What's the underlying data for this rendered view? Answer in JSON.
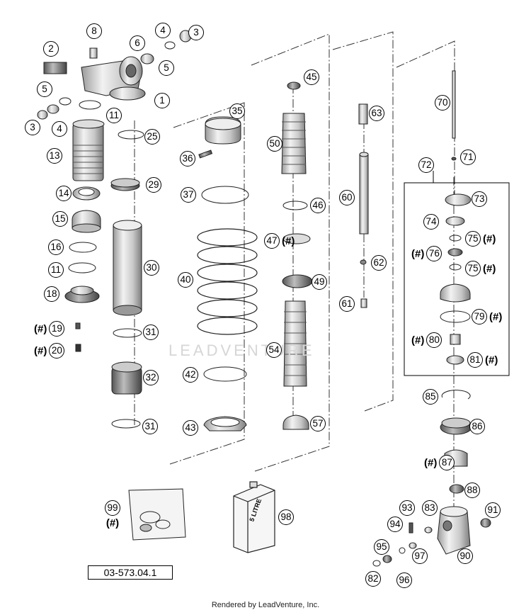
{
  "diagram": {
    "reference_code": "03-573.04.1",
    "footer_text": "Rendered by LeadVenture, Inc.",
    "watermark_text": "LEADVENTURE",
    "callouts": [
      {
        "id": "c8",
        "number": "8",
        "note": ""
      },
      {
        "id": "c2",
        "number": "2",
        "note": ""
      },
      {
        "id": "c6",
        "number": "6",
        "note": ""
      },
      {
        "id": "c4a",
        "number": "4",
        "note": ""
      },
      {
        "id": "c3a",
        "number": "3",
        "note": ""
      },
      {
        "id": "c5a",
        "number": "5",
        "note": ""
      },
      {
        "id": "c5b",
        "number": "5",
        "note": ""
      },
      {
        "id": "c1",
        "number": "1",
        "note": ""
      },
      {
        "id": "c3b",
        "number": "3",
        "note": ""
      },
      {
        "id": "c4b",
        "number": "4",
        "note": ""
      },
      {
        "id": "c11a",
        "number": "11",
        "note": ""
      },
      {
        "id": "c13",
        "number": "13",
        "note": ""
      },
      {
        "id": "c25",
        "number": "25",
        "note": ""
      },
      {
        "id": "c29",
        "number": "29",
        "note": ""
      },
      {
        "id": "c14",
        "number": "14",
        "note": ""
      },
      {
        "id": "c15",
        "number": "15",
        "note": ""
      },
      {
        "id": "c16",
        "number": "16",
        "note": ""
      },
      {
        "id": "c11b",
        "number": "11",
        "note": ""
      },
      {
        "id": "c18",
        "number": "18",
        "note": ""
      },
      {
        "id": "c19",
        "number": "19",
        "note": "(#)"
      },
      {
        "id": "c20",
        "number": "20",
        "note": "(#)"
      },
      {
        "id": "c30",
        "number": "30",
        "note": ""
      },
      {
        "id": "c31a",
        "number": "31",
        "note": ""
      },
      {
        "id": "c32",
        "number": "32",
        "note": ""
      },
      {
        "id": "c31b",
        "number": "31",
        "note": ""
      },
      {
        "id": "c35",
        "number": "35",
        "note": ""
      },
      {
        "id": "c36",
        "number": "36",
        "note": ""
      },
      {
        "id": "c37",
        "number": "37",
        "note": ""
      },
      {
        "id": "c40",
        "number": "40",
        "note": ""
      },
      {
        "id": "c42",
        "number": "42",
        "note": ""
      },
      {
        "id": "c43",
        "number": "43",
        "note": ""
      },
      {
        "id": "c45",
        "number": "45",
        "note": ""
      },
      {
        "id": "c50",
        "number": "50",
        "note": ""
      },
      {
        "id": "c46",
        "number": "46",
        "note": ""
      },
      {
        "id": "c47",
        "number": "47",
        "note": "(#)"
      },
      {
        "id": "c49",
        "number": "49",
        "note": ""
      },
      {
        "id": "c54",
        "number": "54",
        "note": ""
      },
      {
        "id": "c57",
        "number": "57",
        "note": ""
      },
      {
        "id": "c63",
        "number": "63",
        "note": ""
      },
      {
        "id": "c60",
        "number": "60",
        "note": ""
      },
      {
        "id": "c62",
        "number": "62",
        "note": ""
      },
      {
        "id": "c61",
        "number": "61",
        "note": ""
      },
      {
        "id": "c70",
        "number": "70",
        "note": ""
      },
      {
        "id": "c71",
        "number": "71",
        "note": ""
      },
      {
        "id": "c72",
        "number": "72",
        "note": ""
      },
      {
        "id": "c73",
        "number": "73",
        "note": ""
      },
      {
        "id": "c74",
        "number": "74",
        "note": ""
      },
      {
        "id": "c75a",
        "number": "75",
        "note": "(#)"
      },
      {
        "id": "c76",
        "number": "76",
        "note": "(#)"
      },
      {
        "id": "c75b",
        "number": "75",
        "note": "(#)"
      },
      {
        "id": "c79",
        "number": "79",
        "note": "(#)"
      },
      {
        "id": "c80",
        "number": "80",
        "note": "(#)"
      },
      {
        "id": "c81",
        "number": "81",
        "note": "(#)"
      },
      {
        "id": "c85",
        "number": "85",
        "note": ""
      },
      {
        "id": "c86",
        "number": "86",
        "note": ""
      },
      {
        "id": "c87",
        "number": "87",
        "note": "(#)"
      },
      {
        "id": "c88",
        "number": "88",
        "note": ""
      },
      {
        "id": "c93",
        "number": "93",
        "note": ""
      },
      {
        "id": "c83",
        "number": "83",
        "note": ""
      },
      {
        "id": "c91",
        "number": "91",
        "note": ""
      },
      {
        "id": "c94",
        "number": "94",
        "note": ""
      },
      {
        "id": "c95",
        "number": "95",
        "note": ""
      },
      {
        "id": "c97",
        "number": "97",
        "note": ""
      },
      {
        "id": "c90",
        "number": "90",
        "note": ""
      },
      {
        "id": "c82",
        "number": "82",
        "note": ""
      },
      {
        "id": "c96",
        "number": "96",
        "note": ""
      },
      {
        "id": "c99",
        "number": "99",
        "note": "(#)"
      },
      {
        "id": "c98",
        "number": "98",
        "note": ""
      }
    ],
    "oil_can_label": "5 LITRE"
  }
}
